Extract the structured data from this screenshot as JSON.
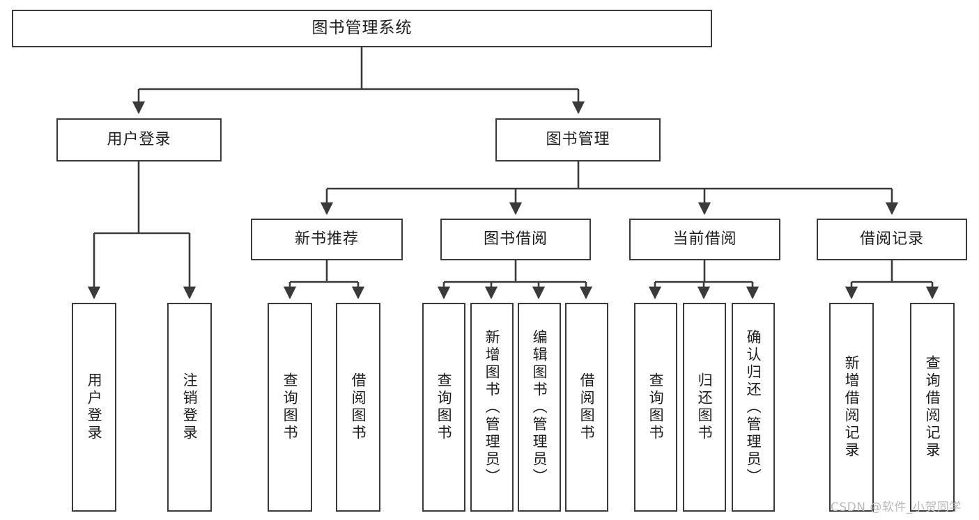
{
  "diagram": {
    "title": "图书管理系统",
    "type": "tree-structure-chart",
    "root": {
      "label": "图书管理系统"
    },
    "level2": [
      {
        "label": "用户登录"
      },
      {
        "label": "图书管理"
      }
    ],
    "level3": [
      {
        "label": "新书推荐"
      },
      {
        "label": "图书借阅"
      },
      {
        "label": "当前借阅"
      },
      {
        "label": "借阅记录"
      }
    ],
    "leaves": {
      "user_login": [
        {
          "label": "用户登录"
        },
        {
          "label": "注销登录"
        }
      ],
      "new_book_recommend": [
        {
          "label": "查询图书"
        },
        {
          "label": "借阅图书"
        }
      ],
      "book_borrow": [
        {
          "label": "查询图书"
        },
        {
          "label": "新增图书（管理员）"
        },
        {
          "label": "编辑图书（管理员）"
        },
        {
          "label": "借阅图书"
        }
      ],
      "current_borrow": [
        {
          "label": "查询图书"
        },
        {
          "label": "归还图书"
        },
        {
          "label": "确认归还（管理员）"
        }
      ],
      "borrow_record": [
        {
          "label": "新增借阅记录"
        },
        {
          "label": "查询借阅记录"
        }
      ]
    }
  },
  "watermark": {
    "text": "CSDN @软件_小贺同学"
  },
  "colors": {
    "stroke": "#3a3a3a",
    "text": "#1d1d1d",
    "background": "#ffffff",
    "watermark": "#b9b9b9"
  }
}
